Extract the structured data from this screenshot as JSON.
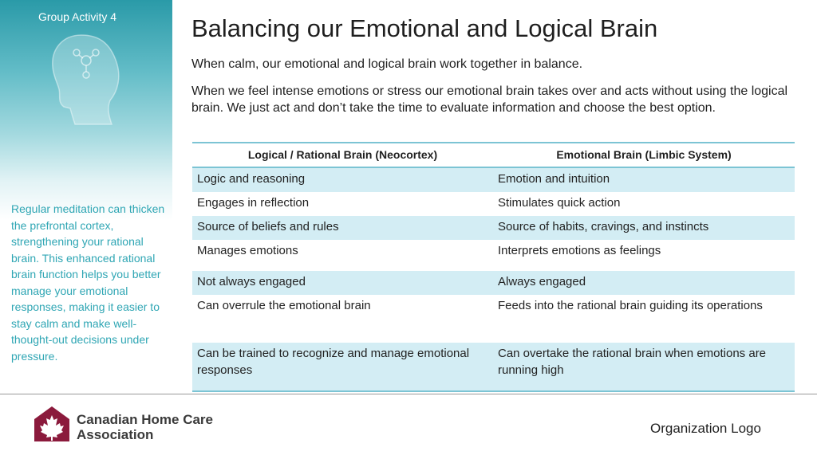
{
  "sidebar": {
    "group_label": "Group Activity 4",
    "note": "Regular meditation can thicken the prefrontal cortex, strengthening your rational brain. This enhanced rational brain function helps you better manage your emotional responses, making it easier to stay calm and make well-thought-out decisions under pressure.",
    "icon": "head-brain-icon"
  },
  "main": {
    "title": "Balancing our Emotional and Logical Brain",
    "intro1": "When calm, our emotional and logical brain work together in balance.",
    "intro2": "When we feel intense emotions or stress our emotional brain takes over and acts without using the logical brain.  We just act and don’t take the time to evaluate information and choose the best option."
  },
  "table": {
    "headers": [
      "Logical / Rational Brain (Neocortex)",
      "Emotional Brain (Limbic System)"
    ],
    "rows": [
      [
        "Logic and reasoning",
        "Emotion and intuition"
      ],
      [
        "Engages in reflection",
        "Stimulates quick action"
      ],
      [
        "Source of beliefs and rules",
        "Source of habits, cravings, and instincts"
      ],
      [
        "Manages emotions",
        "Interprets emotions as feelings"
      ],
      [
        "Not always engaged",
        "Always engaged"
      ],
      [
        "Can overrule the emotional brain",
        "Feeds into the rational brain guiding its operations"
      ],
      [
        "Can be trained to recognize and manage emotional responses",
        "Can overtake the rational brain when emotions are running high"
      ]
    ]
  },
  "footer": {
    "brand_line1": "Canadian Home Care",
    "brand_line2": "Association",
    "org_logo": "Organization Logo",
    "brand_icon": "maple-leaf-house-icon"
  },
  "colors": {
    "accent": "#2fa6b4",
    "row_shade": "#d3edf4",
    "brand": "#8b1a3c"
  }
}
